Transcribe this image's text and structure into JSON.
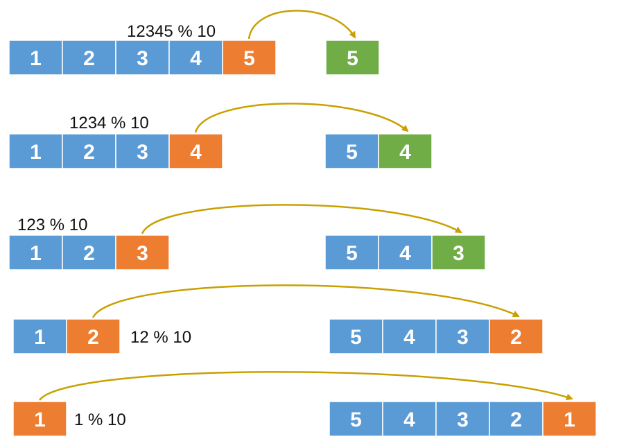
{
  "colors": {
    "digit": "#5b9bd5",
    "extracted": "#ed7d31",
    "placed": "#70ad47",
    "arrow": "#c9a000",
    "cell_border": "#ffffff"
  },
  "steps": [
    {
      "expression": "12345 % 10",
      "source_digits": [
        "1",
        "2",
        "3",
        "4",
        "5"
      ],
      "result_digits": [
        "5"
      ]
    },
    {
      "expression": "1234 % 10",
      "source_digits": [
        "1",
        "2",
        "3",
        "4"
      ],
      "result_digits": [
        "5",
        "4"
      ]
    },
    {
      "expression": "123 % 10",
      "source_digits": [
        "1",
        "2",
        "3"
      ],
      "result_digits": [
        "5",
        "4",
        "3"
      ]
    },
    {
      "expression": "12 % 10",
      "source_digits": [
        "1",
        "2"
      ],
      "result_digits": [
        "5",
        "4",
        "3",
        "2"
      ]
    },
    {
      "expression": "1 % 10",
      "source_digits": [
        "1"
      ],
      "result_digits": [
        "5",
        "4",
        "3",
        "2",
        "1"
      ]
    }
  ]
}
